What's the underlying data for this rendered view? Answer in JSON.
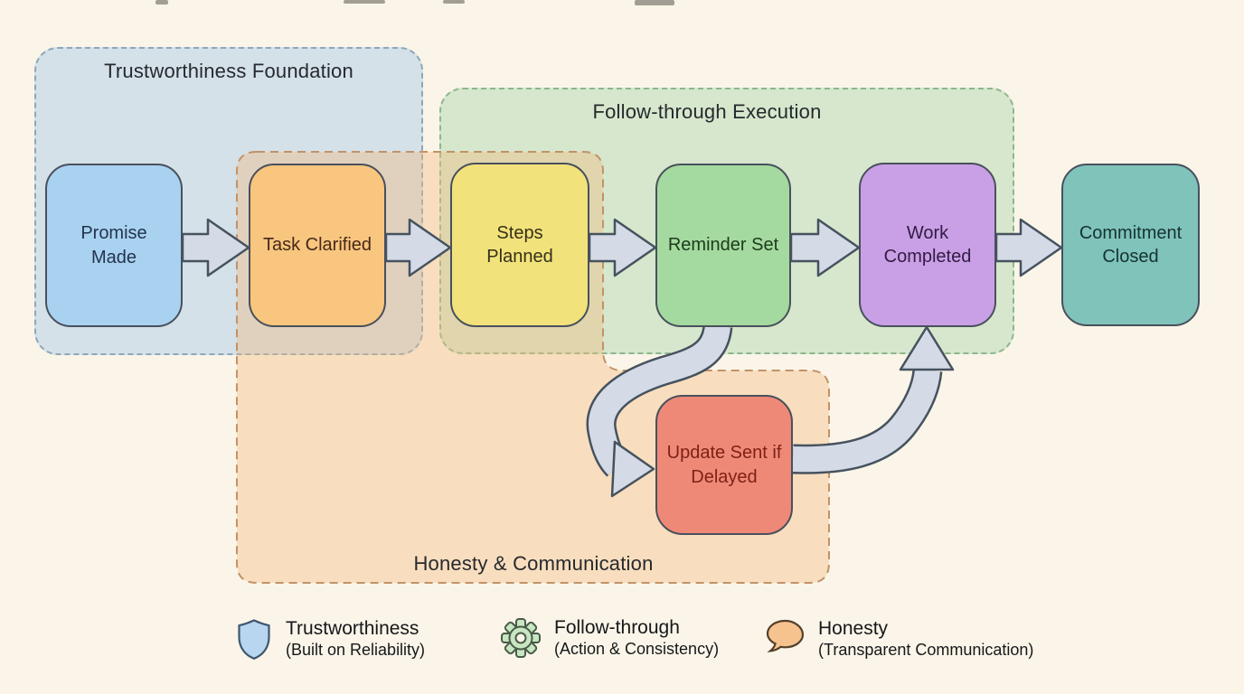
{
  "canvas": {
    "background": "#faf5e8"
  },
  "groups": {
    "trust": {
      "label": "Trustworthiness Foundation",
      "fill": "rgba(173,206,232,0.50)",
      "border": "#8fa6ba"
    },
    "follow": {
      "label": "Follow-through Execution",
      "fill": "rgba(170,216,172,0.45)",
      "border": "#8db68e"
    },
    "honesty": {
      "label": "Honesty & Communication",
      "fill": "rgba(245,185,120,0.38)",
      "border": "#c29268"
    }
  },
  "nodes": [
    {
      "id": "promise-made",
      "label": "Promise Made",
      "fill": "#a9d2f1",
      "text": "#24344d"
    },
    {
      "id": "task-clarified",
      "label": "Task Clarified",
      "fill": "#f8c67e",
      "text": "#46291a"
    },
    {
      "id": "steps-planned",
      "label": "Steps Planned",
      "fill": "#f2e27b",
      "text": "#34301a"
    },
    {
      "id": "reminder-set",
      "label": "Reminder Set",
      "fill": "#a4da9f",
      "text": "#1d3a1d"
    },
    {
      "id": "work-completed",
      "label": "Work Completed",
      "fill": "#c9a0e6",
      "text": "#321c44"
    },
    {
      "id": "commitment-closed",
      "label": "Commitment Closed",
      "fill": "#7fc3bb",
      "text": "#15332f"
    },
    {
      "id": "update-sent",
      "label": "Update Sent if Delayed",
      "fill": "#ef8977",
      "text": "#7c2216"
    }
  ],
  "connector": {
    "fill": "#d4dbe6",
    "outline": "#46525f"
  },
  "legend": [
    {
      "icon": "shield-icon",
      "title": "Trustworthiness",
      "subtitle": "(Built on Reliability)",
      "icon_fill": "#b9d6f0"
    },
    {
      "icon": "gear-icon",
      "title": "Follow-through",
      "subtitle": "(Action & Consistency)",
      "icon_fill": "#c8e6c1"
    },
    {
      "icon": "speech-bubble-icon",
      "title": "Honesty",
      "subtitle": "(Transparent Communication)",
      "icon_fill": "#f6c28e"
    }
  ]
}
